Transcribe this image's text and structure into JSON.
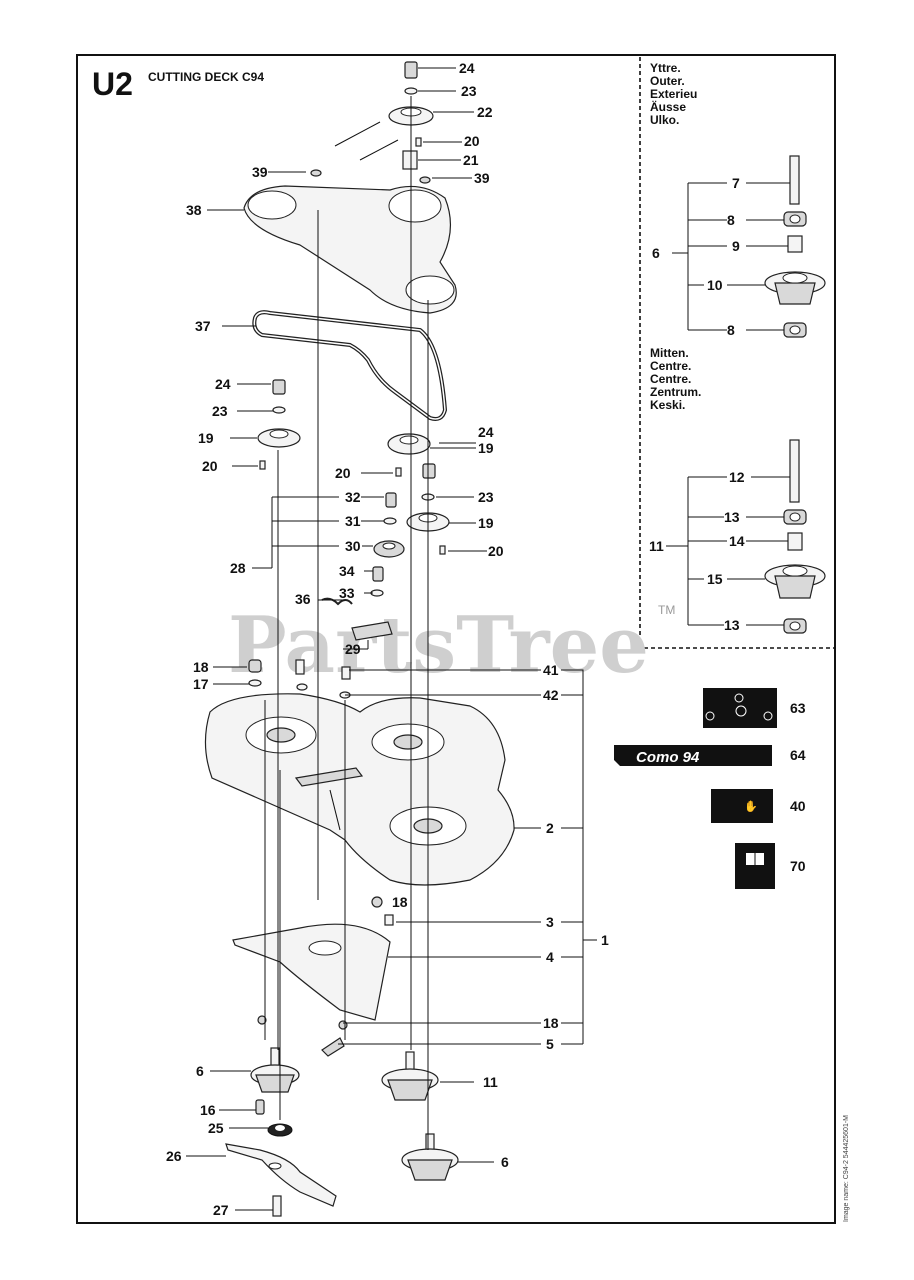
{
  "page": {
    "section_code": "U2",
    "section_title": "CUTTING DECK C94",
    "watermark": "PartsTree",
    "watermark_tm": "TM",
    "image_name": "Image name: C94-2 544425601-M"
  },
  "inset": {
    "outer_header": [
      "Yttre.",
      "Outer.",
      "Exterieu",
      "Äusse",
      "Ulko."
    ],
    "center_header": [
      "Mitten.",
      "Centre.",
      "Centre.",
      "Zentrum.",
      "Keski."
    ],
    "outer_labels": {
      "group": "6",
      "shaft": "7",
      "bearing_top": "8",
      "spacer": "9",
      "housing": "10",
      "bearing_bottom": "8"
    },
    "center_labels": {
      "group": "11",
      "shaft": "12",
      "bearing_top": "13",
      "spacer": "14",
      "housing": "15",
      "bearing_bottom": "13"
    }
  },
  "decals": {
    "decal_63": "63",
    "decal_64": "64",
    "decal_64_text": "Como 94",
    "decal_40": "40",
    "decal_70": "70"
  },
  "callouts": {
    "c24a": "24",
    "c23a": "23",
    "c22": "22",
    "c20a": "20",
    "c21": "21",
    "c39a": "39",
    "c39b": "39",
    "c38": "38",
    "c37": "37",
    "c24b": "24",
    "c23b": "23",
    "c19a": "19",
    "c20b": "20",
    "c19b": "19",
    "c20c": "20",
    "c24c": "24",
    "c23c": "23",
    "c19c": "19",
    "c20d": "20",
    "c32": "32",
    "c31": "31",
    "c30": "30",
    "c28": "28",
    "c34": "34",
    "c33": "33",
    "c36": "36",
    "c29": "29",
    "c18a": "18",
    "c17": "17",
    "c41": "41",
    "c42": "42",
    "c2": "2",
    "c18b": "18",
    "c3": "3",
    "c4": "4",
    "c1": "1",
    "c18c": "18",
    "c5": "5",
    "c6a": "6",
    "c11": "11",
    "c16": "16",
    "c25": "25",
    "c26": "26",
    "c6b": "6",
    "c27": "27"
  }
}
